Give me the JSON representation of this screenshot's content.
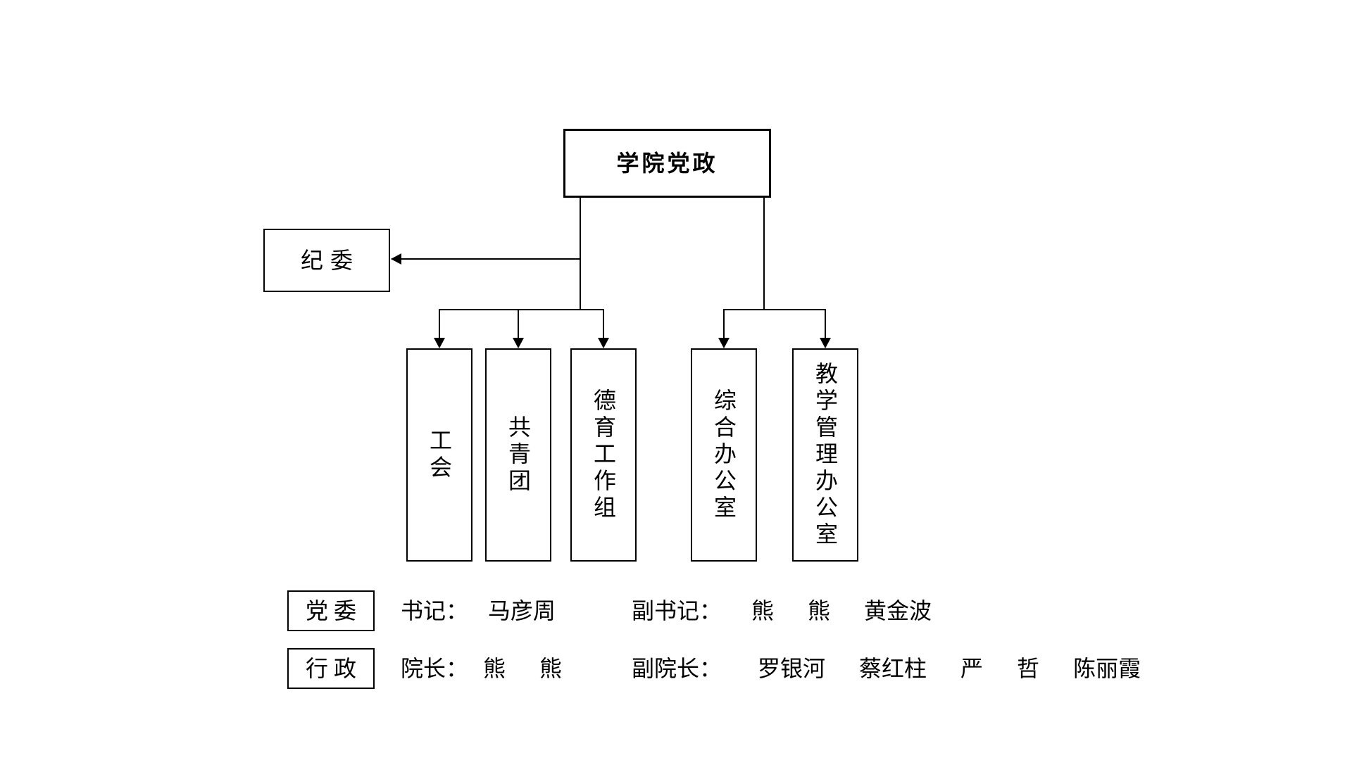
{
  "page": {
    "background_color": "#ffffff",
    "line_color": "#000000",
    "text_color": "#000000"
  },
  "org_chart": {
    "root": {
      "label": "学院党政"
    },
    "discipline": {
      "label": "纪委"
    },
    "departments": [
      {
        "label": "工会"
      },
      {
        "label": "共青团"
      },
      {
        "label": "德育工作组"
      },
      {
        "label": "综合办公室"
      },
      {
        "label": "教学管理办公室"
      }
    ]
  },
  "legend": {
    "rows": [
      {
        "category": "党委",
        "entries": [
          {
            "title": "书记：",
            "names": [
              "马彦周"
            ]
          },
          {
            "title": "副书记：",
            "names": [
              "熊",
              "熊",
              "黄金波"
            ]
          }
        ]
      },
      {
        "category": "行政",
        "entries": [
          {
            "title": "院长：",
            "names": [
              "熊",
              "熊"
            ]
          },
          {
            "title": "副院长：",
            "names": [
              "罗银河",
              "蔡红柱",
              "严",
              "哲",
              "陈丽霞"
            ]
          }
        ]
      }
    ]
  }
}
